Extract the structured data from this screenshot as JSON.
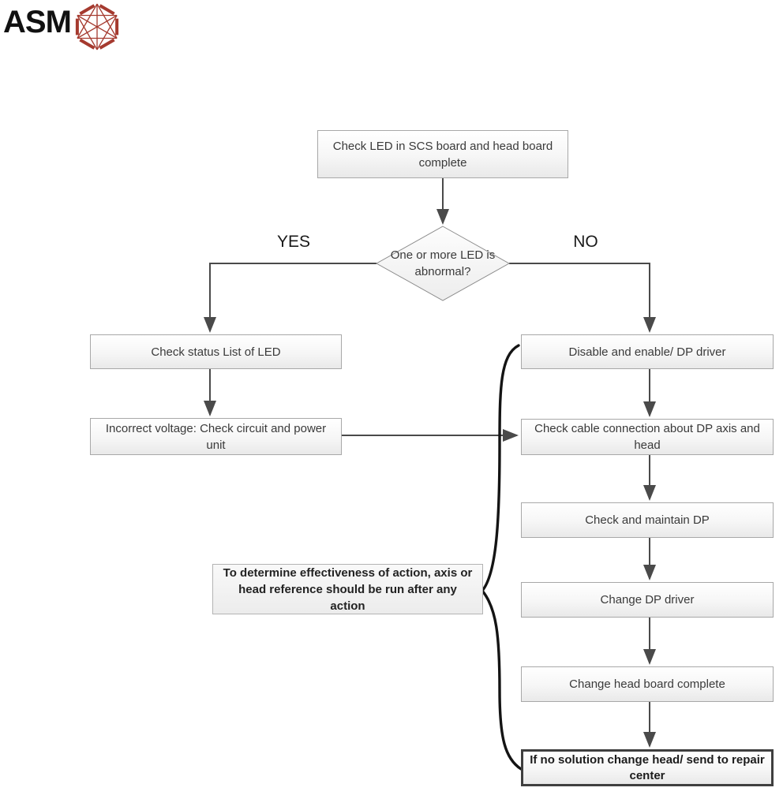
{
  "logo": {
    "text": "ASM",
    "icon": "asm-hexagon-icon",
    "icon_color": "#A53A2F",
    "text_color": "#111111"
  },
  "colors": {
    "line": "#4a4a4a",
    "box_border": "#a8a8a8",
    "emphasis_border": "#3f3f3f",
    "brace": "#141414"
  },
  "flowchart": {
    "start": "Check LED in SCS board and head board complete",
    "decision": "One or more LED is abnormal?",
    "branch_yes": "YES",
    "branch_no": "NO",
    "left": [
      "Check status List of LED",
      "Incorrect voltage: Check circuit and power unit"
    ],
    "right": [
      "Disable and enable/ DP driver",
      "Check cable connection about DP axis and head",
      "Check and maintain DP",
      "Change DP driver",
      "Change head board complete",
      "If no solution change head/ send to repair center"
    ],
    "note": "To determine effectiveness of action, axis or head reference should be run after any action"
  }
}
